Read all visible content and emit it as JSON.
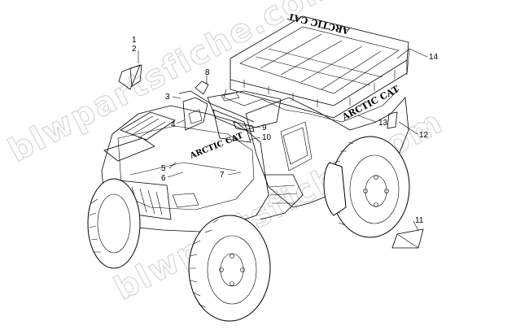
{
  "watermark": {
    "text": "blwpartsfiche.com"
  },
  "decals": {
    "front_cowl": "ARCTIC CAT",
    "rear_rack_side": "ARCTIC CAT",
    "rear_rack_top": "ARCTIC CAT"
  },
  "callouts": [
    {
      "n": "1"
    },
    {
      "n": "2"
    },
    {
      "n": "3"
    },
    {
      "n": "4"
    },
    {
      "n": "5"
    },
    {
      "n": "6"
    },
    {
      "n": "7"
    },
    {
      "n": "8"
    },
    {
      "n": "9"
    },
    {
      "n": "10"
    },
    {
      "n": "11"
    },
    {
      "n": "12"
    },
    {
      "n": "13"
    },
    {
      "n": "14"
    }
  ]
}
